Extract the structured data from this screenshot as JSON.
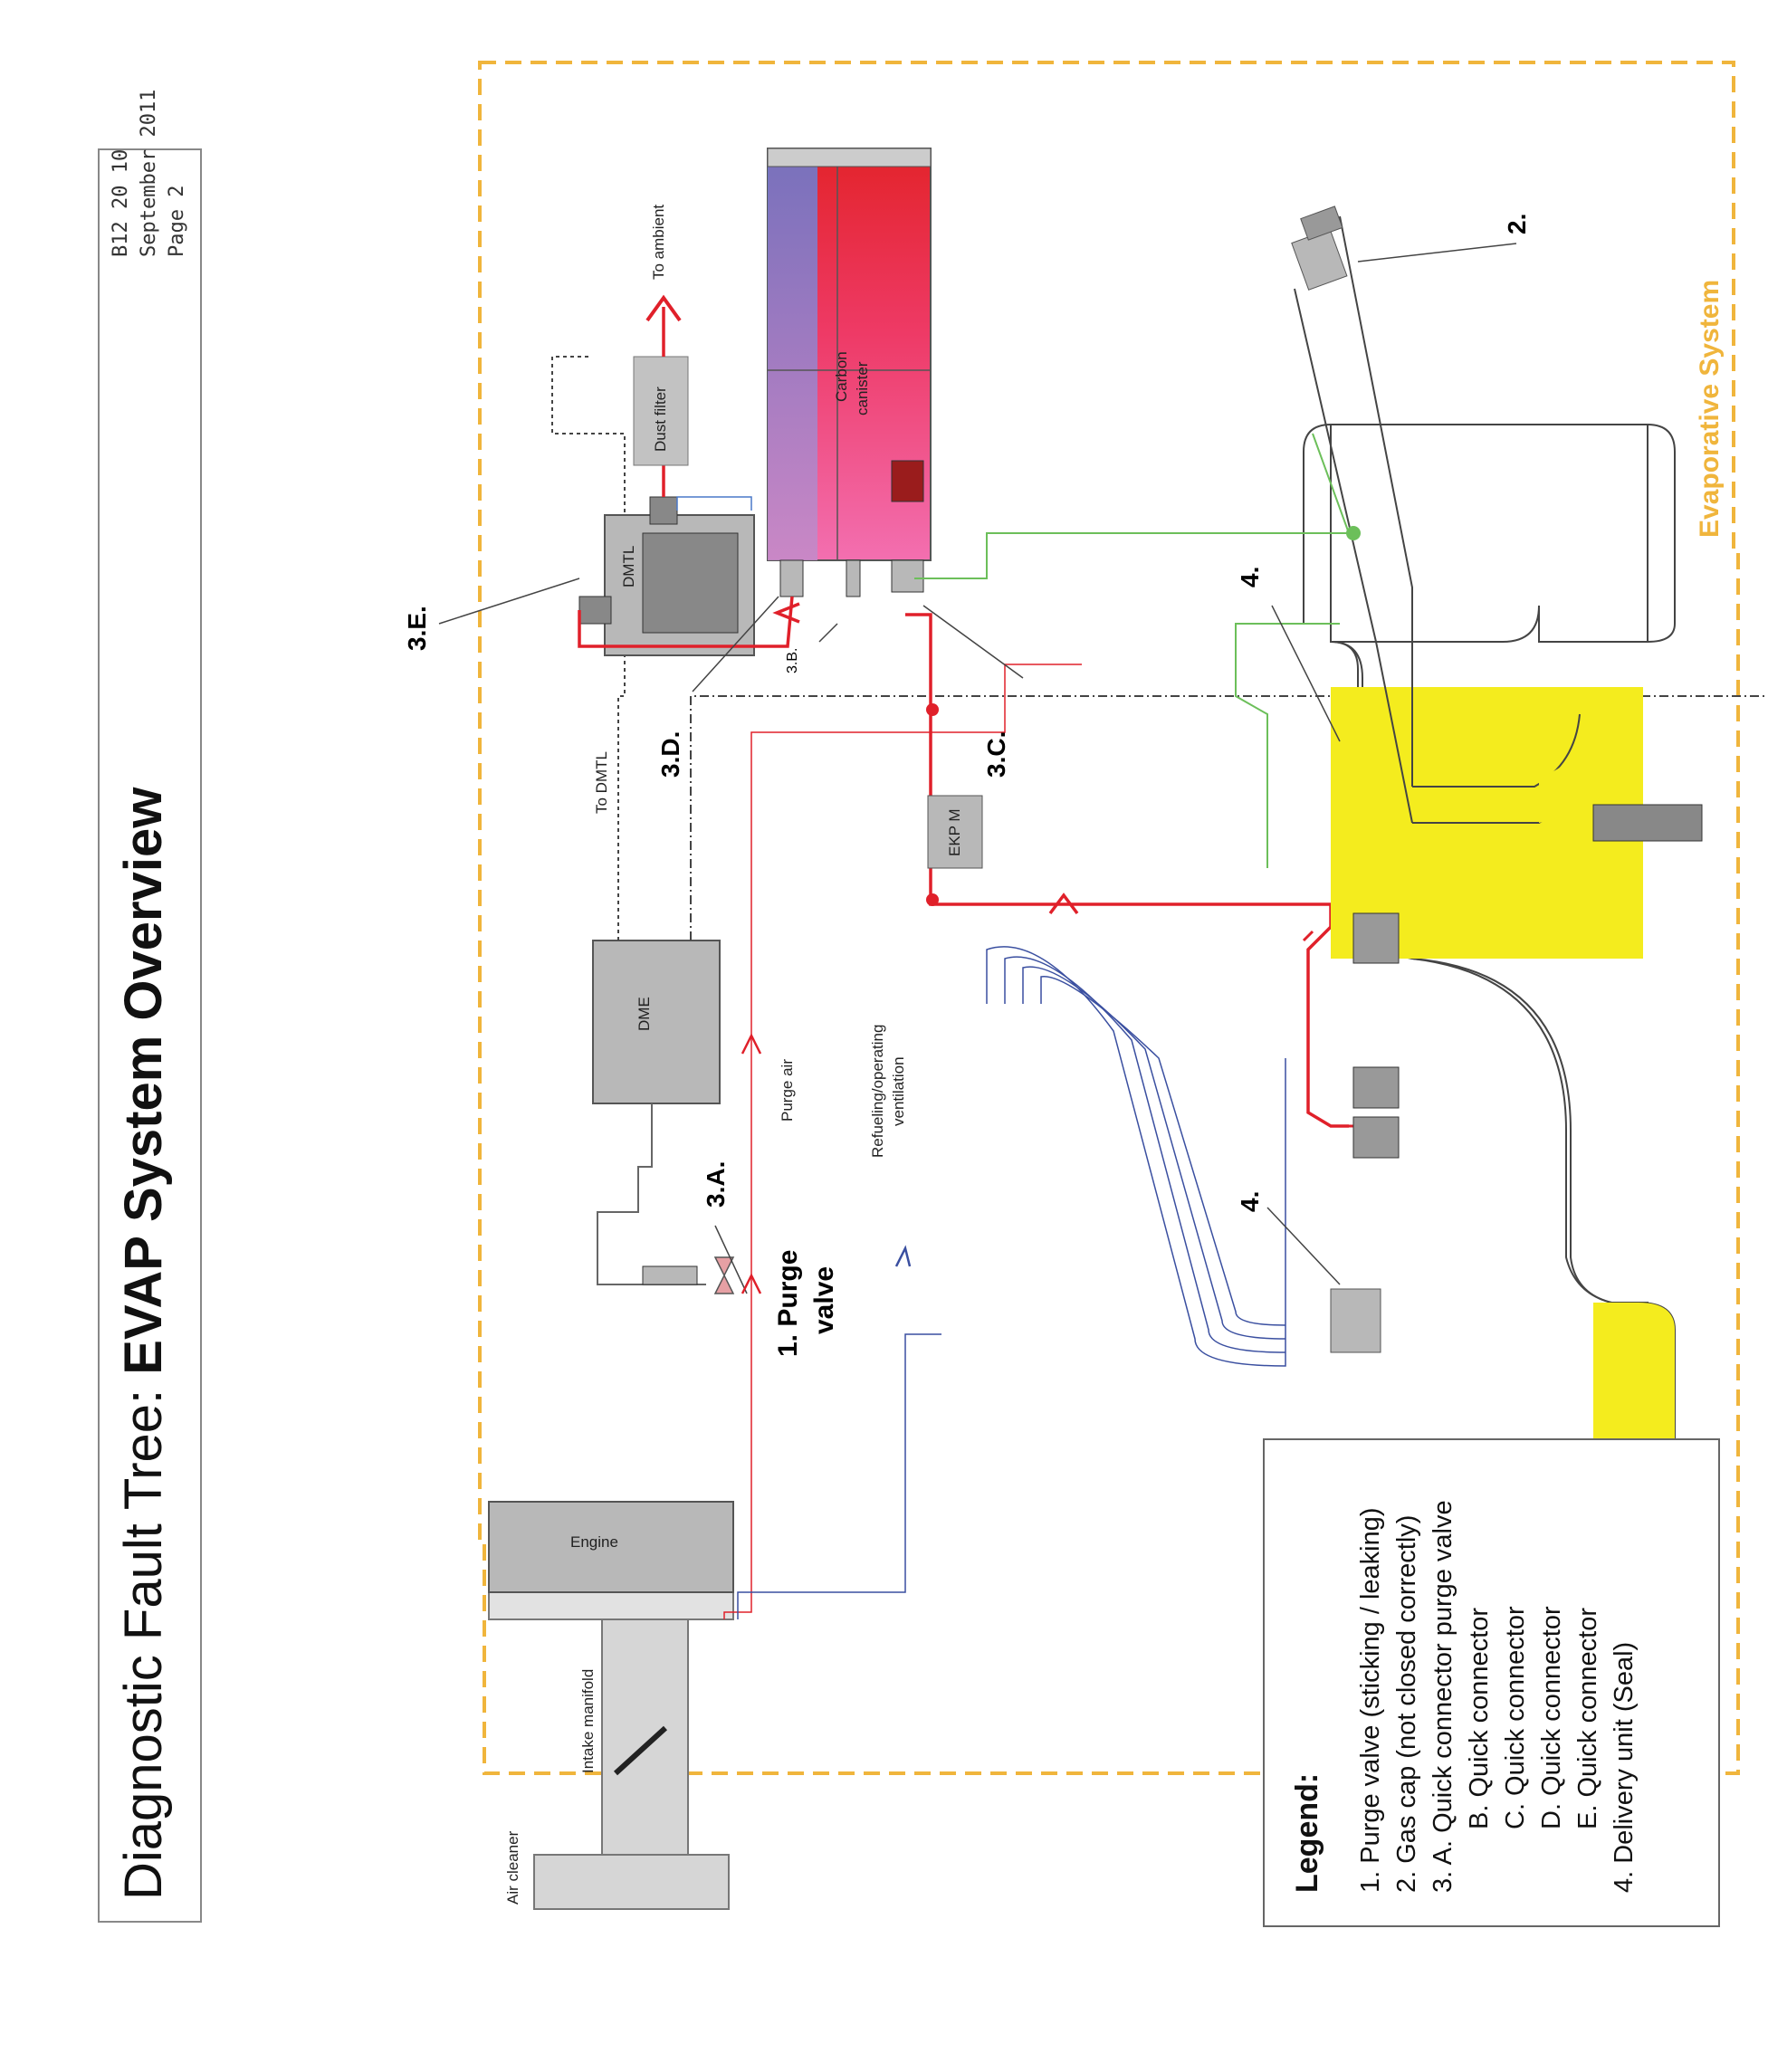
{
  "header": {
    "title_prefix": "Diagnostic Fault Tree: ",
    "title_bold": "EVAP System Overview",
    "doc_number": "B12 20 10",
    "doc_date": "September 2011",
    "doc_page": "Page 2"
  },
  "system_label": "Evaporative System",
  "components": {
    "engine": "Engine",
    "intake_manifold": "Intake manifold",
    "air_cleaner": "Air cleaner",
    "dme": "DME",
    "dmtl": "DMTL",
    "dust_filter": "Dust filter",
    "to_ambient": "To ambient",
    "carbon_canister_line1": "Carbon",
    "carbon_canister_line2": "canister",
    "ekpm": "EKP M",
    "to_dmtl": "To DMTL",
    "purge_air": "Purge air",
    "refuel_line1": "Refueling/operating",
    "refuel_line2": "ventilation"
  },
  "callouts": {
    "purge_valve_line1": "1. Purge",
    "purge_valve_line2": "valve",
    "gas_cap": "2.",
    "qc_a": "3.A.",
    "qc_b": "3.B.",
    "qc_c": "3.C.",
    "qc_d": "3.D.",
    "qc_e": "3.E.",
    "delivery_upper": "4.",
    "delivery_lower": "4."
  },
  "legend": {
    "heading": "Legend:",
    "items": [
      "1. Purge valve (sticking / leaking)",
      "2. Gas cap (not closed correctly)",
      "3. A.  Quick connector purge valve",
      "B. Quick connector",
      "C. Quick connector",
      "D. Quick connector",
      "E. Quick connector",
      "4. Delivery unit (Seal)"
    ]
  },
  "colors": {
    "evap_border": "#f0b53c",
    "fuel_yellow": "#f4ec1e",
    "purge_red": "#e0202a",
    "fuel_blue": "#3a4fa0",
    "vent_green": "#6cbf5a",
    "component_gray": "#b8b8b8"
  }
}
